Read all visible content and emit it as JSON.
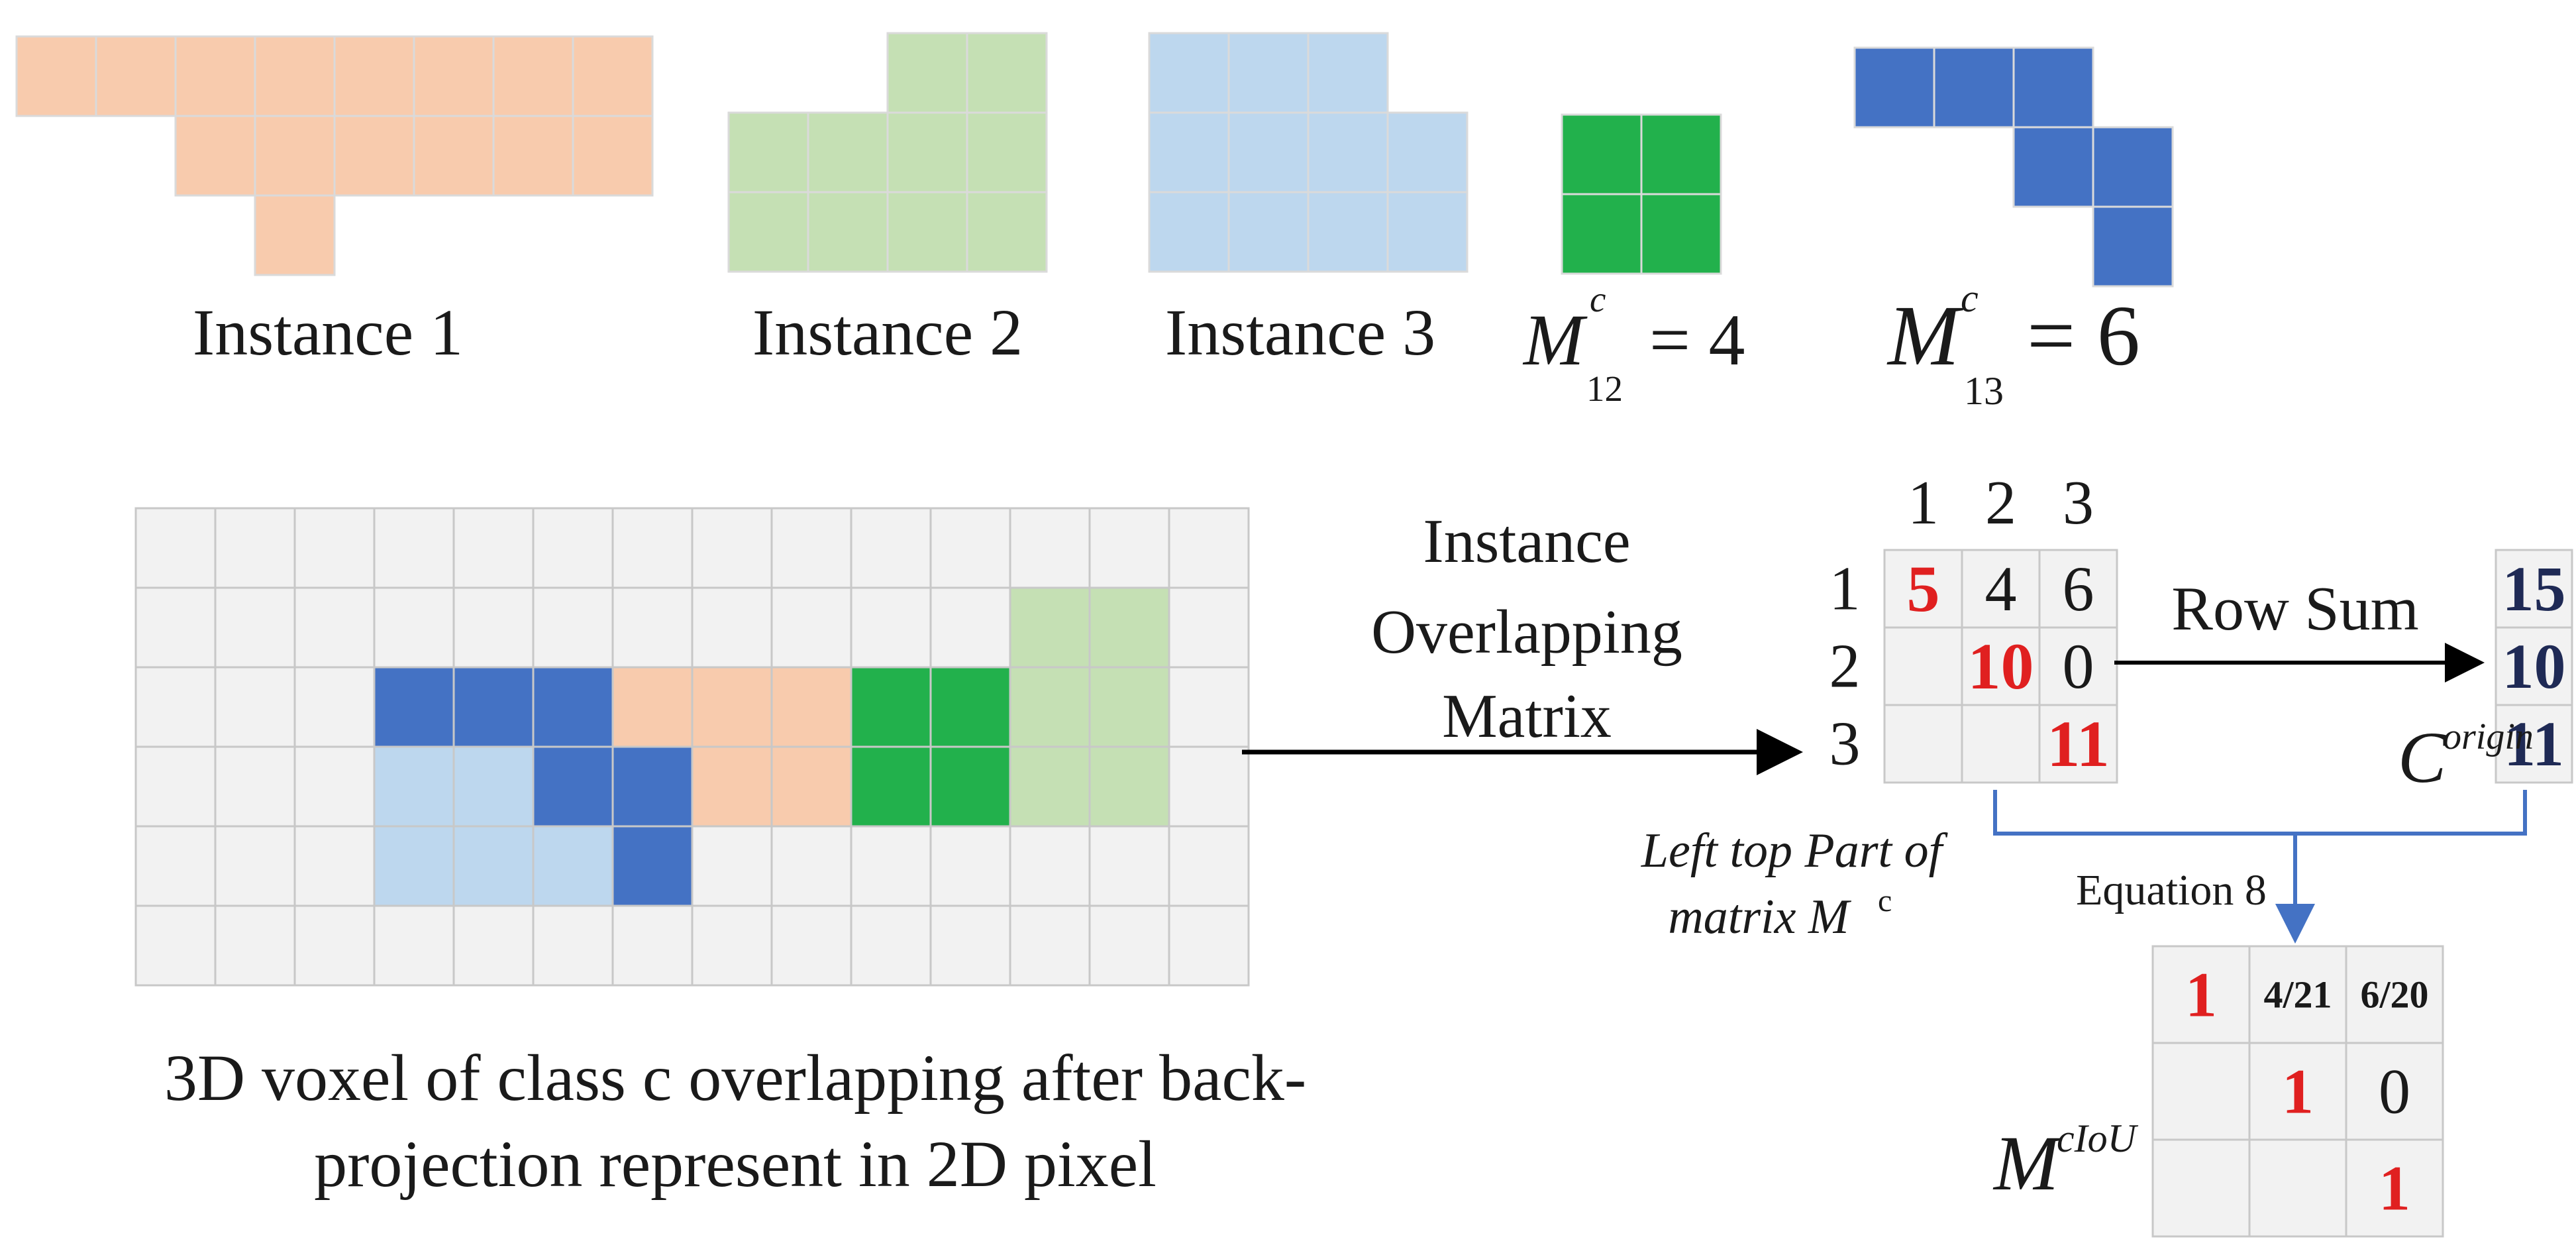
{
  "colors": {
    "instance1": "#F8CBAD",
    "instance2": "#C5E0B4",
    "instance3": "#BDD7EE",
    "overlap_green": "#22B14C",
    "overlap_blue": "#4472C4",
    "background_cell": "#F2F2F2",
    "grid_line": "#C8C8C8",
    "red_value": "#E02020",
    "navy_value": "#1F2A55",
    "arrow_blue": "#4472C4"
  },
  "labels": {
    "instance1": "Instance 1",
    "instance2": "Instance 2",
    "instance3": "Instance 3",
    "m12_symbol": "M",
    "m12_sup": "c",
    "m12_sub": "12",
    "m12_value": "= 4",
    "m13_symbol": "M",
    "m13_sup": "c",
    "m13_sub": "13",
    "m13_value": "= 6",
    "arrow_line1": "Instance",
    "arrow_line2": "Overlapping",
    "arrow_line3": "Matrix",
    "row_sum": "Row Sum",
    "corigin_symbol": "C",
    "corigin_sup": "origin",
    "left_top_line1": "Left top Part of",
    "left_top_line2": "matrix M",
    "left_top_sup": "c",
    "equation": "Equation 8",
    "mciou_symbol": "M",
    "mciou_sup": "cIoU",
    "caption_line1": "3D voxel of class c overlapping after back-",
    "caption_line2": "projection represent in 2D pixel"
  },
  "overlap_matrix": {
    "col_headers": [
      "1",
      "2",
      "3"
    ],
    "row_headers": [
      "1",
      "2",
      "3"
    ],
    "rows": [
      [
        {
          "text": "5",
          "style": "red"
        },
        {
          "text": "4",
          "style": "plain"
        },
        {
          "text": "6",
          "style": "plain"
        }
      ],
      [
        {
          "text": "",
          "style": "plain"
        },
        {
          "text": "10",
          "style": "red"
        },
        {
          "text": "0",
          "style": "plain"
        }
      ],
      [
        {
          "text": "",
          "style": "plain"
        },
        {
          "text": "",
          "style": "plain"
        },
        {
          "text": "11",
          "style": "red"
        }
      ]
    ]
  },
  "row_sums": [
    "15",
    "10",
    "11"
  ],
  "ciou_matrix": {
    "rows": [
      [
        {
          "text": "1",
          "style": "red"
        },
        {
          "text": "4/21",
          "style": "small"
        },
        {
          "text": "6/20",
          "style": "small"
        }
      ],
      [
        {
          "text": "",
          "style": "plain"
        },
        {
          "text": "1",
          "style": "red"
        },
        {
          "text": "0",
          "style": "plain"
        }
      ],
      [
        {
          "text": "",
          "style": "plain"
        },
        {
          "text": "",
          "style": "plain"
        },
        {
          "text": "1",
          "style": "red"
        }
      ]
    ]
  }
}
